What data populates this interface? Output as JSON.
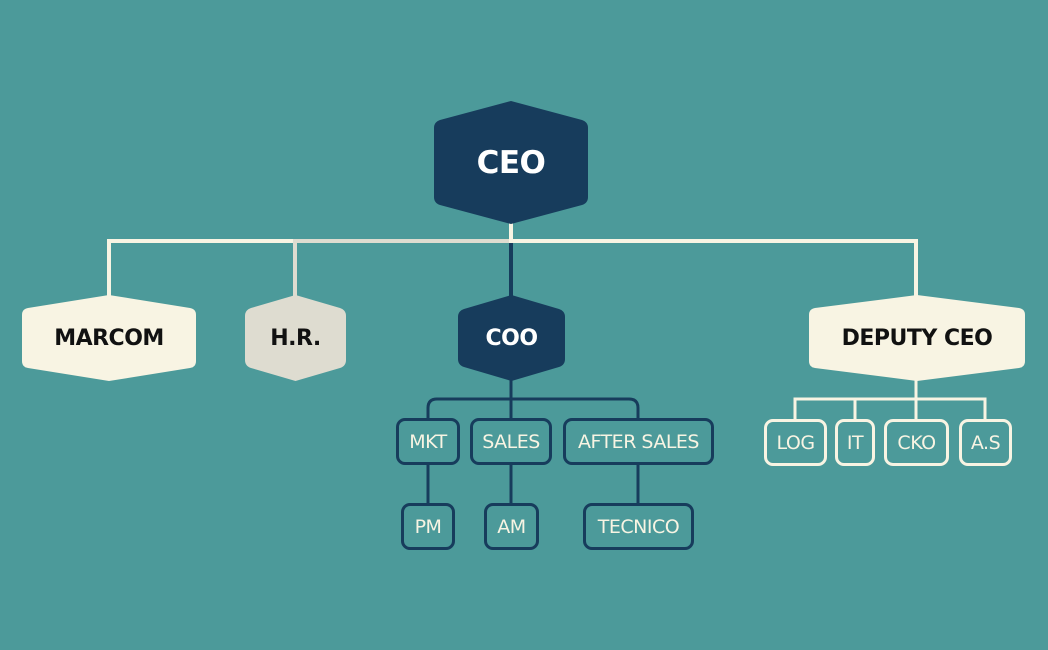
{
  "colors": {
    "background": "#4c9a9a",
    "navy": "#173c5c",
    "cream": "#f8f4e3",
    "grey": "#dedcd0",
    "dark_text": "#111111",
    "light_text": "#ffffff"
  },
  "chart": {
    "root": {
      "label": "CEO"
    },
    "level1": [
      {
        "label": "MARCOM"
      },
      {
        "label": "H.R."
      },
      {
        "label": "COO"
      },
      {
        "label": "DEPUTY CEO"
      }
    ],
    "coo_children": [
      {
        "label": "MKT",
        "child": "PM"
      },
      {
        "label": "SALES",
        "child": "AM"
      },
      {
        "label": "AFTER SALES",
        "child": "TECNICO"
      }
    ],
    "deputy_children": [
      {
        "label": "LOG"
      },
      {
        "label": "IT"
      },
      {
        "label": "CKO"
      },
      {
        "label": "A.S"
      }
    ]
  }
}
